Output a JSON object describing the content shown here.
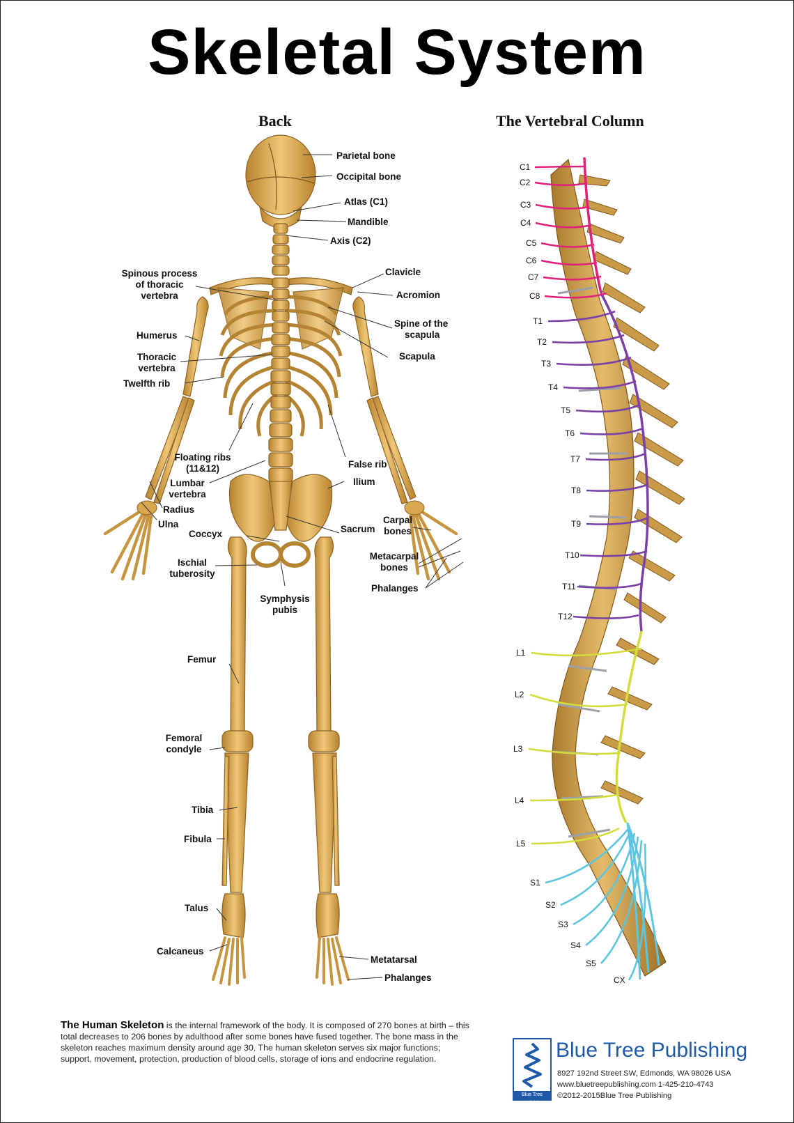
{
  "title": "Skeletal System",
  "back_title": "Back",
  "column_title": "The Vertebral Column",
  "skeleton_labels": {
    "parietal": "Parietal bone",
    "occipital": "Occipital bone",
    "atlas": "Atlas (C1)",
    "mandible": "Mandible",
    "axis": "Axis (C2)",
    "spinous_1": "Spinous process",
    "spinous_2": "of thoracic",
    "spinous_3": "vertebra",
    "clavicle": "Clavicle",
    "acromion": "Acromion",
    "spine_scapula_1": "Spine of the",
    "spine_scapula_2": "scapula",
    "humerus": "Humerus",
    "scapula": "Scapula",
    "thoracic_1": "Thoracic",
    "thoracic_2": "vertebra",
    "twelfth_rib": "Twelfth rib",
    "floating_1": "Floating ribs",
    "floating_2": "(11&12)",
    "false_rib": "False rib",
    "lumbar_1": "Lumbar",
    "lumbar_2": "vertebra",
    "ilium": "Ilium",
    "radius": "Radius",
    "carpal_1": "Carpal",
    "carpal_2": "bones",
    "ulna": "Ulna",
    "sacrum": "Sacrum",
    "coccyx": "Coccyx",
    "metacarpal_1": "Metacarpal",
    "metacarpal_2": "bones",
    "ischial_1": "Ischial",
    "ischial_2": "tuberosity",
    "phalanges_hand": "Phalanges",
    "symphysis_1": "Symphysis",
    "symphysis_2": "pubis",
    "femur": "Femur",
    "femoral_1": "Femoral",
    "femoral_2": "condyle",
    "tibia": "Tibia",
    "fibula": "Fibula",
    "talus": "Talus",
    "calcaneus": "Calcaneus",
    "metatarsal": "Metatarsal",
    "phalanges_foot": "Phalanges"
  },
  "vertebrae": [
    "C1",
    "C2",
    "C3",
    "C4",
    "C5",
    "C6",
    "C7",
    "C8",
    "T1",
    "T2",
    "T3",
    "T4",
    "T5",
    "T6",
    "T7",
    "T8",
    "T9",
    "T10",
    "T11",
    "T12",
    "L1",
    "L2",
    "L3",
    "L4",
    "L5",
    "S1",
    "S2",
    "S3",
    "S4",
    "S5",
    "CX"
  ],
  "nerve_colors": {
    "cervical": "#e0207a",
    "thoracic": "#7b3fa8",
    "lumbar": "#d4dc3a",
    "sacral": "#5cc6e0"
  },
  "bone_color": "#d9a84e",
  "description": {
    "lead": "The Human Skeleton",
    "body": " is the internal framework of the body. It is composed of 270 bones at birth – this total decreases to 206 bones by adulthood after some bones have fused together. The bone mass in the skeleton reaches maximum density around age 30. The human skeleton serves six major functions; support, movement, protection, production of blood cells, storage of ions and endocrine regulation."
  },
  "publisher": {
    "name": "Blue Tree Publishing",
    "logo_tag": "Blue Tree Publishing",
    "address": "8927 192nd Street SW, Edmonds, WA 98026 USA",
    "web_phone": "www.bluetreepublishing.com    1-425-210-4743",
    "copyright": "©2012-2015Blue Tree Publishing"
  }
}
